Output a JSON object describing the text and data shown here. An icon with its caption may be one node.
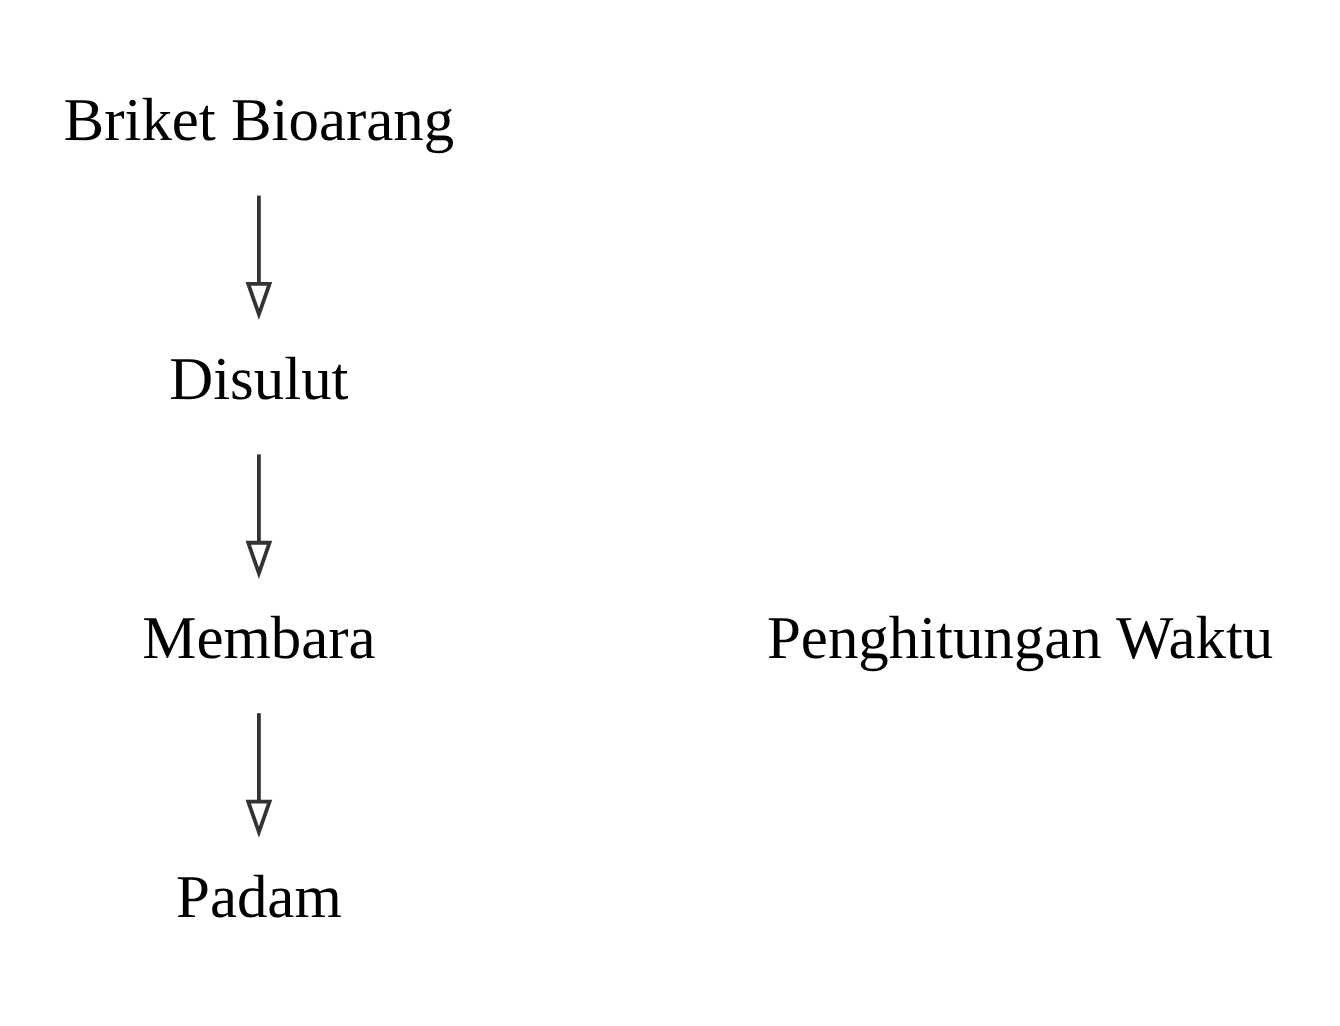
{
  "diagram": {
    "nodes": [
      {
        "text": [
          "Briket Bioarang"
        ]
      },
      {
        "text": [
          "Disulut"
        ]
      },
      {
        "text": [
          "Membara"
        ]
      },
      {
        "text": [
          "Padam"
        ]
      }
    ],
    "edges": [
      {
        "from": 0,
        "to": 1,
        "arrow": "to"
      },
      {
        "from": 1,
        "to": 2,
        "arrow": "to"
      },
      {
        "from": 2,
        "to": 3,
        "arrow": "to"
      }
    ],
    "labels": [
      "Penghitungan Waktu"
    ]
  }
}
